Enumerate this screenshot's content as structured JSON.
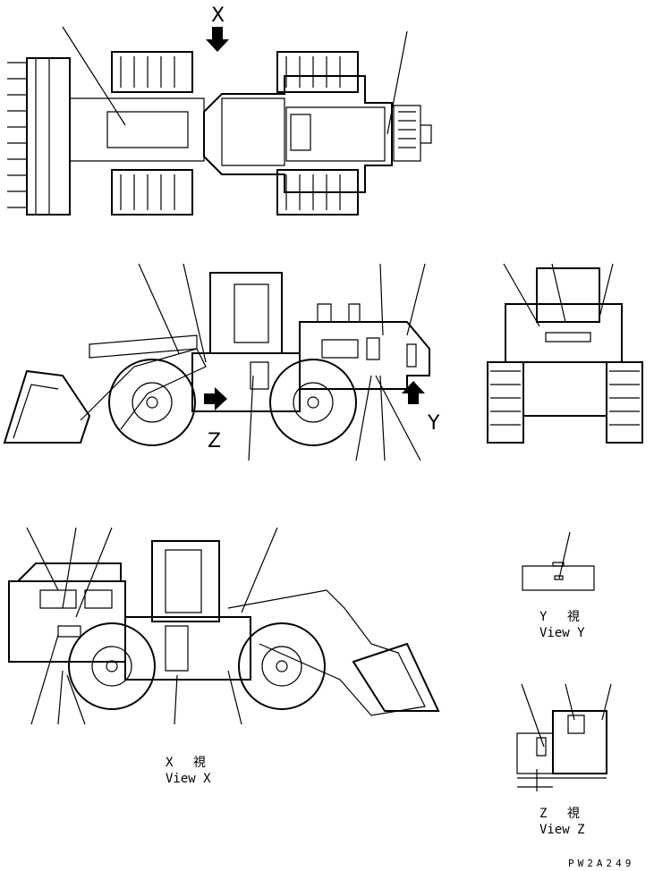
{
  "drawing_code": "PW2A249",
  "arrow_markers": {
    "x": "X",
    "y": "Y",
    "z": "Z"
  },
  "views": {
    "x": {
      "line1": "X　 視",
      "line2": "View X"
    },
    "y": {
      "line1": "Y　 視",
      "line2": "View Y"
    },
    "z": {
      "line1": "Z　 視",
      "line2": "View Z"
    }
  },
  "colors": {
    "ink": "#000000",
    "paper": "#ffffff"
  }
}
